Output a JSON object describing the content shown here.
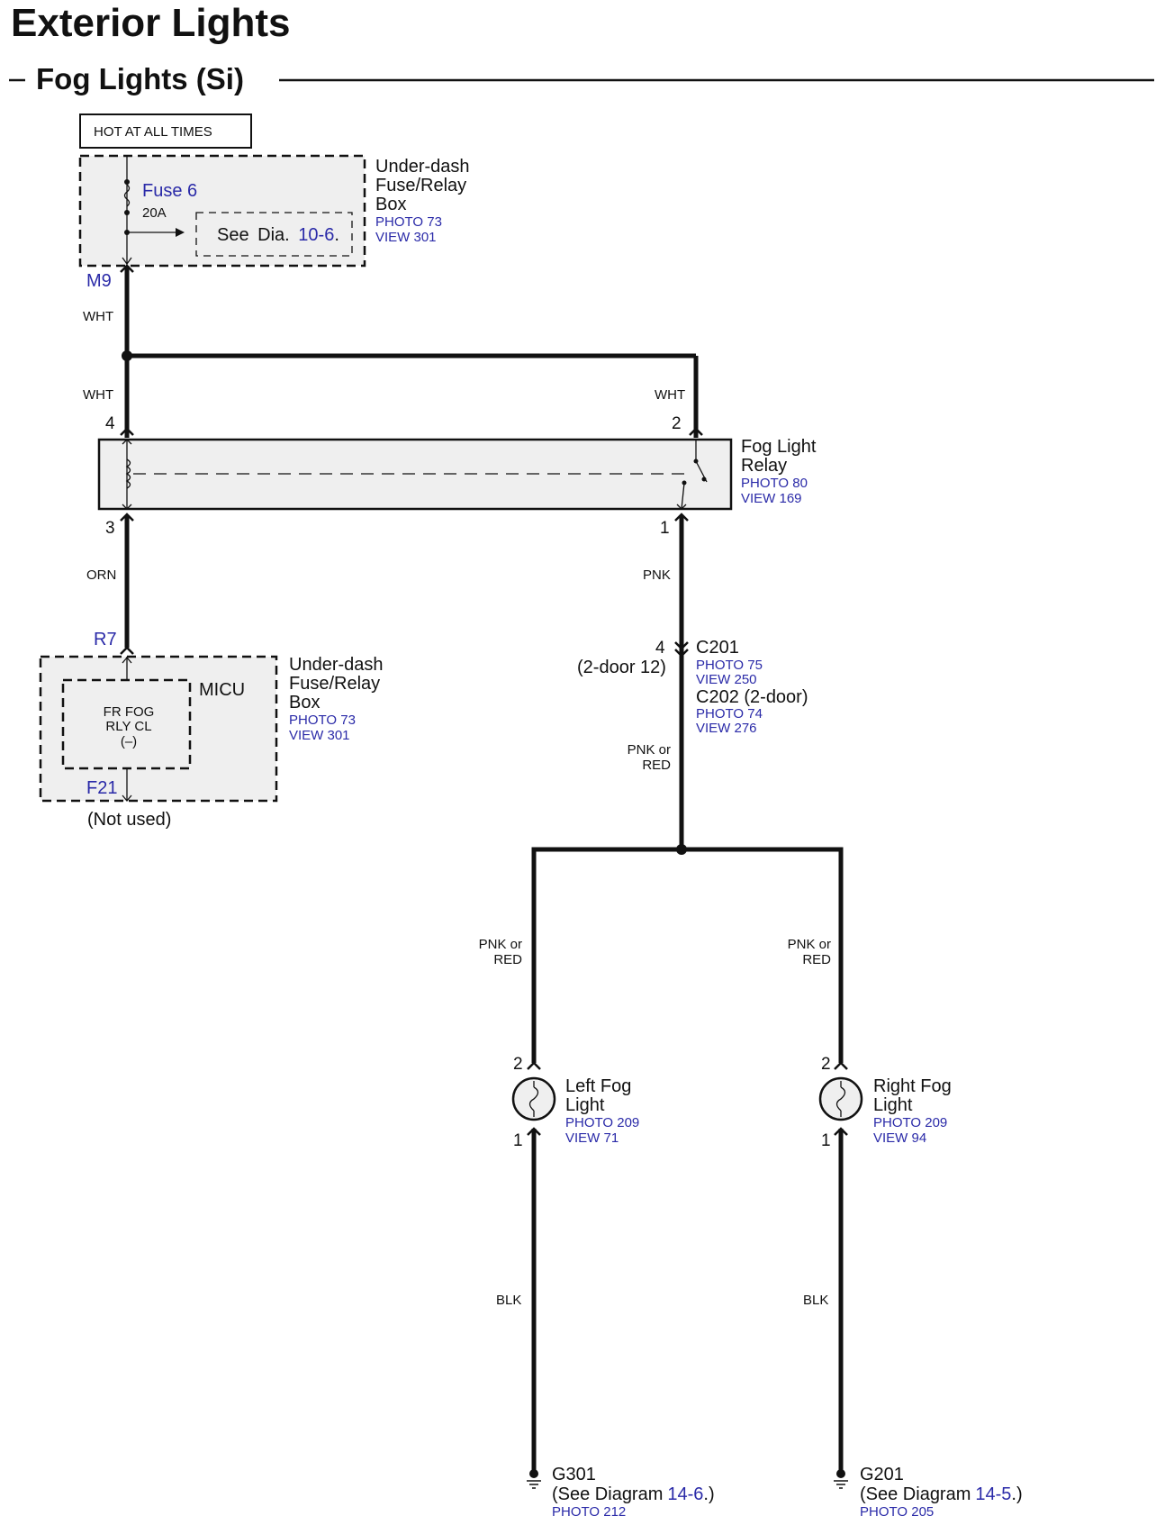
{
  "header": {
    "title": "Exterior Lights",
    "subtitle": "Fog Lights (Si)"
  },
  "power": {
    "hot_label": "HOT AT ALL TIMES",
    "fuse_name": "Fuse 6",
    "fuse_rating": "20A",
    "see_text": "See",
    "see_dia_text": "Dia.",
    "see_dia_ref": "10-6",
    "see_dia_suffix": "."
  },
  "underdash_box": {
    "name_line1": "Under-dash",
    "name_line2": "Fuse/Relay",
    "name_line3": "Box",
    "photo": "PHOTO 73",
    "view": "VIEW 301",
    "terminal_top": "M9"
  },
  "wires": {
    "w1": "WHT",
    "w2": "WHT",
    "w3": "WHT",
    "orn": "ORN",
    "pnk": "PNK",
    "pnk_red_a_1": "PNK or",
    "pnk_red_a_2": "RED",
    "pnk_red_b_1": "PNK or",
    "pnk_red_b_2": "RED",
    "pnk_red_c_1": "PNK or",
    "pnk_red_c_2": "RED",
    "blk_left": "BLK",
    "blk_right": "BLK"
  },
  "relay": {
    "name_line1": "Fog Light",
    "name_line2": "Relay",
    "photo": "PHOTO 80",
    "view": "VIEW 169",
    "pin_4": "4",
    "pin_2": "2",
    "pin_3": "3",
    "pin_1": "1"
  },
  "micu": {
    "terminal_top": "R7",
    "terminal_bottom": "F21",
    "name": "MICU",
    "inner_line1": "FR FOG",
    "inner_line2": "RLY CL",
    "inner_line3": "(–)",
    "box_line1": "Under-dash",
    "box_line2": "Fuse/Relay",
    "box_line3": "Box",
    "photo": "PHOTO 73",
    "view": "VIEW 301",
    "not_used": "(Not used)"
  },
  "connector": {
    "pin": "4",
    "pin_alt": "(2-door 12)",
    "c201": "C201",
    "c201_photo": "PHOTO 75",
    "c201_view": "VIEW 250",
    "c202": "C202 (2-door)",
    "c202_photo": "PHOTO 74",
    "c202_view": "VIEW 276"
  },
  "left_fog": {
    "pin_top": "2",
    "pin_bottom": "1",
    "name_line1": "Left Fog",
    "name_line2": "Light",
    "photo": "PHOTO 209",
    "view": "VIEW 71",
    "ground": "G301",
    "ground_see_prefix": "(See Diagram",
    "ground_see_ref": "14-6",
    "ground_see_suffix": ".)",
    "ground_photo": "PHOTO 212"
  },
  "right_fog": {
    "pin_top": "2",
    "pin_bottom": "1",
    "name_line1": "Right Fog",
    "name_line2": "Light",
    "photo": "PHOTO 209",
    "view": "VIEW 94",
    "ground": "G201",
    "ground_see_prefix": "(See Diagram",
    "ground_see_ref": "14-5",
    "ground_see_suffix": ".)",
    "ground_photo": "PHOTO 205"
  },
  "colors": {
    "line": "#111111",
    "box_fill": "#efefef",
    "reference_blue": "#2a2aa8"
  }
}
